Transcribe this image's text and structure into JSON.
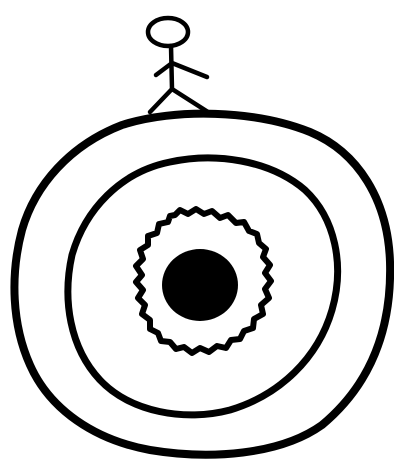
{
  "drawing": {
    "kind": "hand-drawn line illustration",
    "ink_color": "#000000",
    "background_color": "#ffffff",
    "elements": [
      "stick-figure-person",
      "outer-ring",
      "middle-ring",
      "jagged-ring",
      "center-dot"
    ]
  }
}
